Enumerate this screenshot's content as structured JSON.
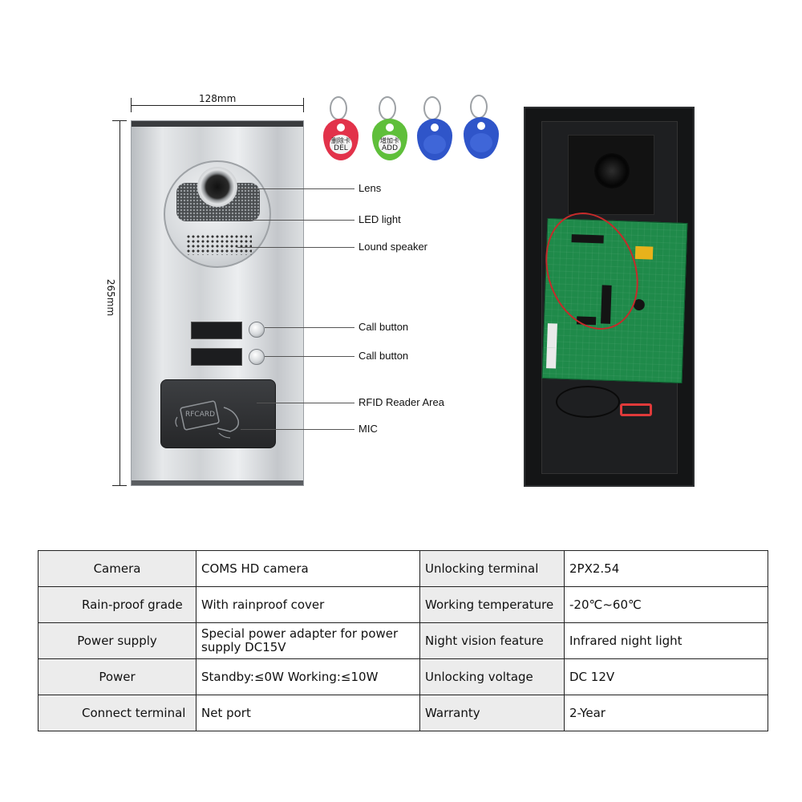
{
  "dimensions": {
    "width": "128mm",
    "height": "265mm"
  },
  "callouts": [
    "Lens",
    "LED light",
    "Lound speaker",
    "Call button",
    "Call button",
    "RFID Reader Area",
    "MIC"
  ],
  "rfid_card_label": "RFCARD",
  "key_fobs": [
    {
      "color": "red",
      "line1": "删除卡",
      "line2": "DEL"
    },
    {
      "color": "green",
      "line1": "增加卡",
      "line2": "ADD"
    },
    {
      "color": "blue",
      "line1": "",
      "line2": ""
    },
    {
      "color": "blue",
      "line1": "",
      "line2": ""
    }
  ],
  "specs": [
    {
      "label": "Camera",
      "value": "COMS HD camera",
      "label2": "Unlocking terminal",
      "value2": "2PX2.54"
    },
    {
      "label": "Rain-proof grade",
      "value": "With rainproof cover",
      "label2": "Working temperature",
      "value2": "-20℃~60℃"
    },
    {
      "label": "Power supply",
      "value": "Special power adapter for power supply DC15V",
      "label2": "Night vision feature",
      "value2": "Infrared night light"
    },
    {
      "label": "Power",
      "value": "Standby:≤0W   Working:≤10W",
      "label2": "Unlocking voltage",
      "value2": "DC 12V"
    },
    {
      "label": "Connect terminal",
      "value": "Net port",
      "label2": "Warranty",
      "value2": "2-Year"
    }
  ],
  "colors": {
    "fob_red": "#e2324a",
    "fob_green": "#5fbf3a",
    "fob_blue": "#2f55c9",
    "pcb_green": "#1f8a4a"
  }
}
